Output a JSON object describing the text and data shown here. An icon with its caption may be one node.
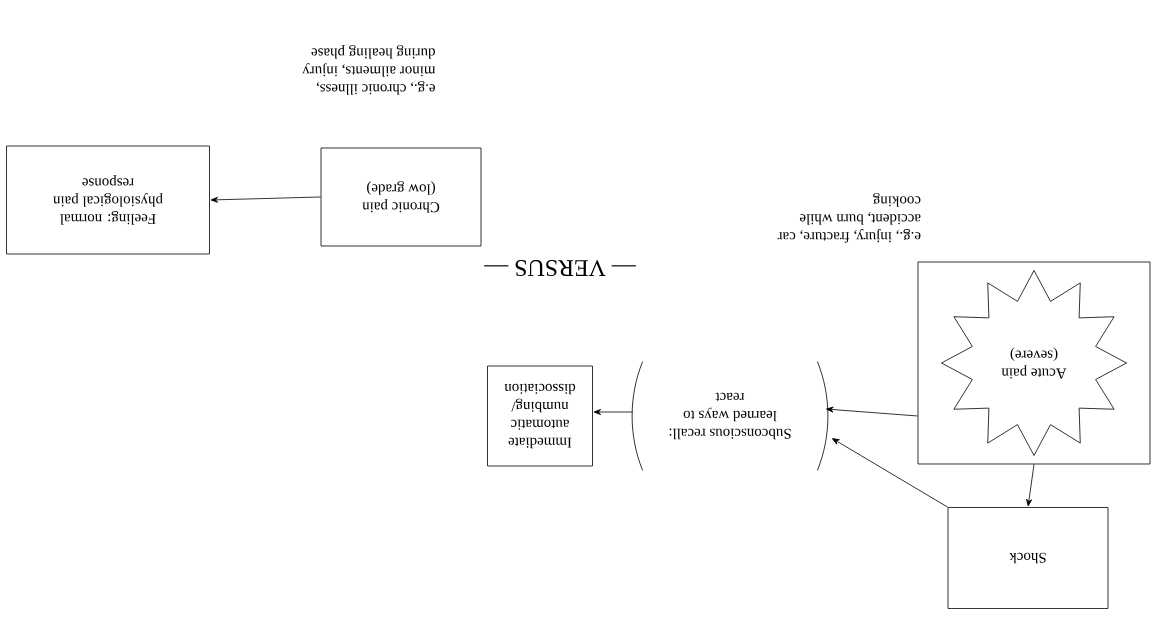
{
  "diagram": {
    "nodes": [
      {
        "text": [
          "Shock"
        ]
      },
      {
        "text": [
          "Acute pain (severe)"
        ],
        "beside": [
          "e.g., injury, fracture, car accident, burn while cooking"
        ]
      },
      {
        "text": [
          "Subconscious recall: learned ways to react"
        ]
      },
      {
        "text": [
          "Immediate automatic numbing/ dissociation"
        ]
      },
      {
        "text": [
          "Chronic pain (low grade)"
        ],
        "beside": [
          "e.g., chronic illness, minor ailments, injury during healing phase"
        ]
      },
      {
        "text": [
          "Feeling: normal physiological pain response"
        ]
      }
    ],
    "edges": [
      {
        "from": 1,
        "to": 0,
        "arrow": "to"
      },
      {
        "from": 0,
        "to": 2,
        "arrow": "to"
      },
      {
        "from": 1,
        "to": 2,
        "arrow": "to"
      },
      {
        "from": 2,
        "to": 3,
        "arrow": "to"
      },
      {
        "from": 4,
        "to": 5,
        "arrow": "to"
      }
    ],
    "labels": [
      "— VERSUS —"
    ]
  }
}
